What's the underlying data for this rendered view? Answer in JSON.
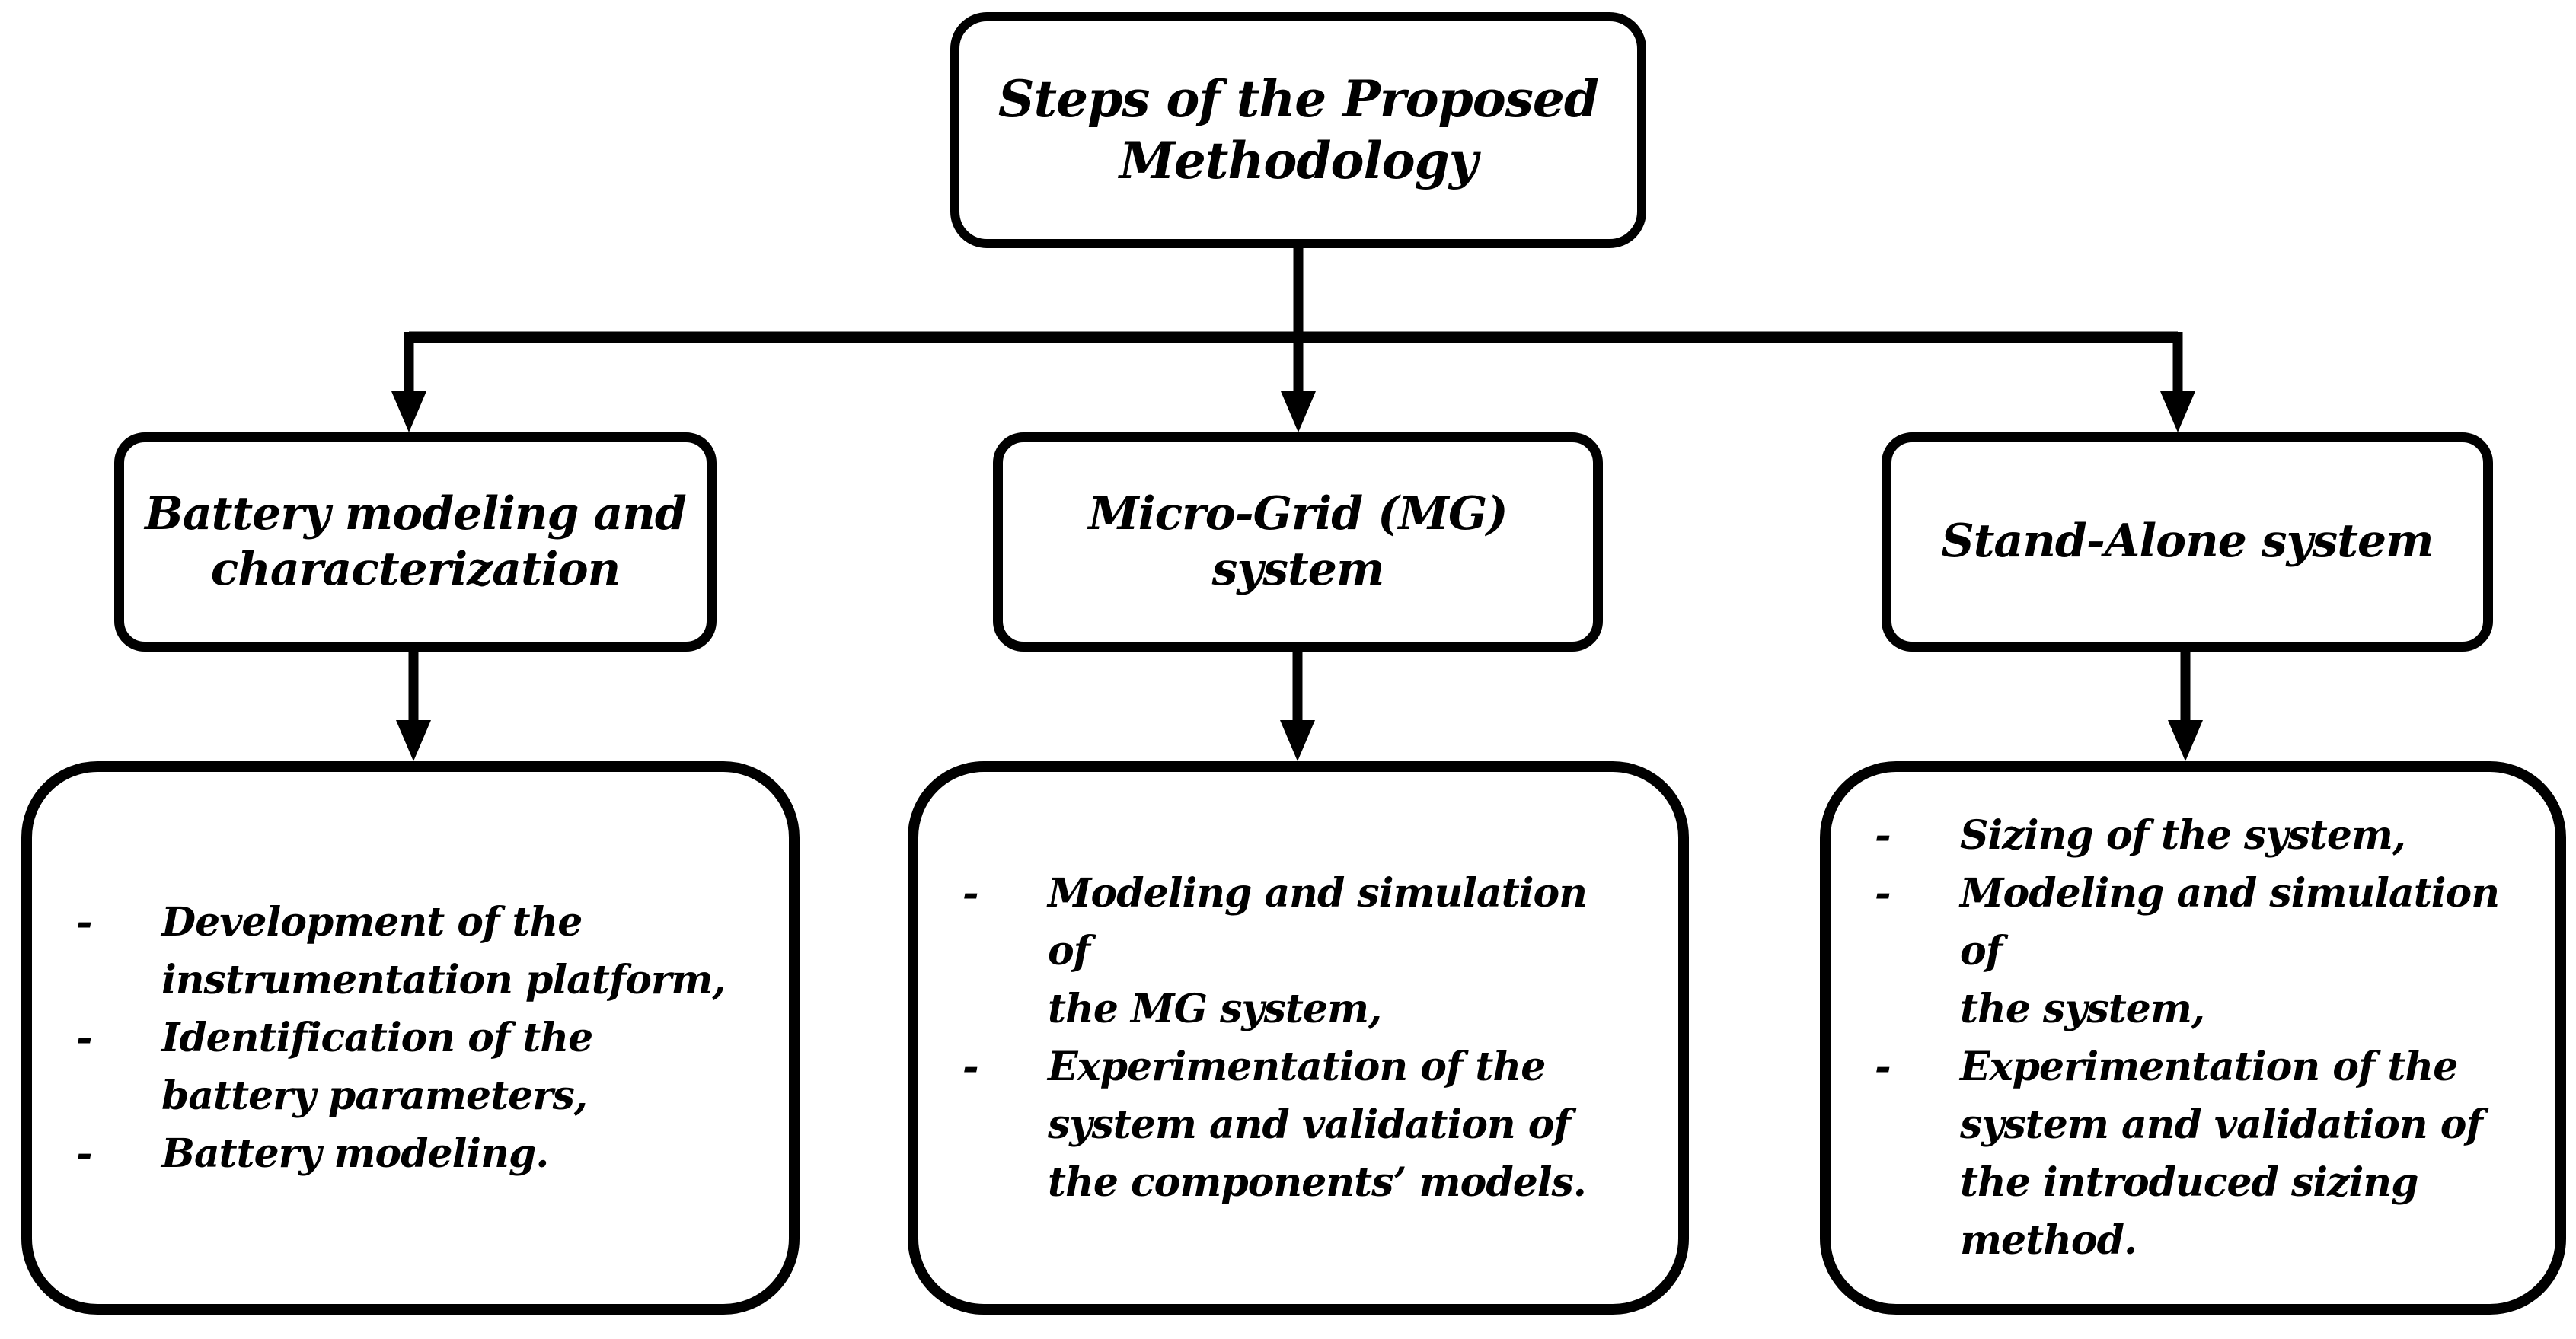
{
  "colors": {
    "ink": "#000000",
    "background": "#ffffff"
  },
  "list_marker": "-",
  "root": {
    "title": "Steps of the Proposed\nMethodology"
  },
  "branches": [
    {
      "title": "Battery modeling and\ncharacterization",
      "items": [
        "Development of the\ninstrumentation platform,",
        "Identification of the\nbattery parameters,",
        "Battery modeling."
      ]
    },
    {
      "title": "Micro-Grid (MG)\nsystem",
      "items": [
        "Modeling and simulation of\nthe MG system,",
        "Experimentation of the\nsystem and validation of\nthe components’ models."
      ]
    },
    {
      "title": "Stand-Alone system",
      "items": [
        "Sizing of the system,",
        "Modeling and simulation of\nthe system,",
        "Experimentation of the\nsystem and validation of\nthe introduced sizing\nmethod."
      ]
    }
  ]
}
